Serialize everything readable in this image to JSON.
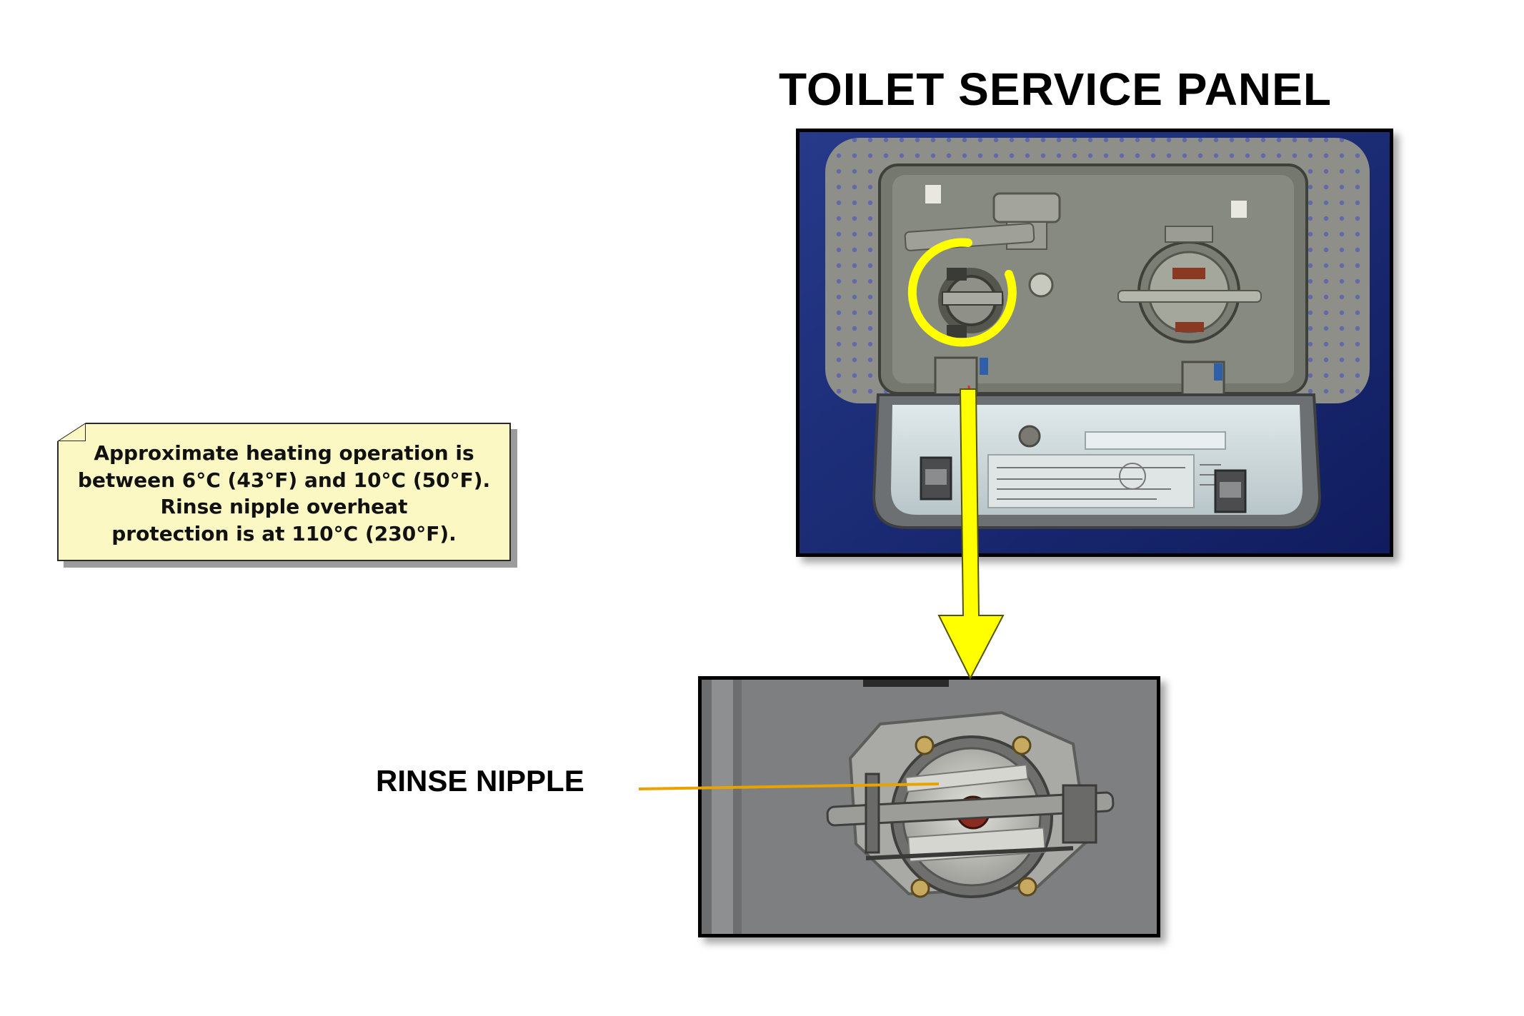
{
  "title": "TOILET SERVICE PANEL",
  "note": {
    "lines": [
      "Approximate heating operation is",
      "between 6°C (43°F) and 10°C (50°F).",
      "Rinse nipple overheat",
      "protection is at 110°C (230°F)."
    ]
  },
  "callout": {
    "label": "RINSE NIPPLE"
  },
  "colors": {
    "highlight": "#ffff00",
    "leader_line": "#e8a300",
    "panel_body": "#1c2a78",
    "note_background": "#fbf8c4"
  }
}
